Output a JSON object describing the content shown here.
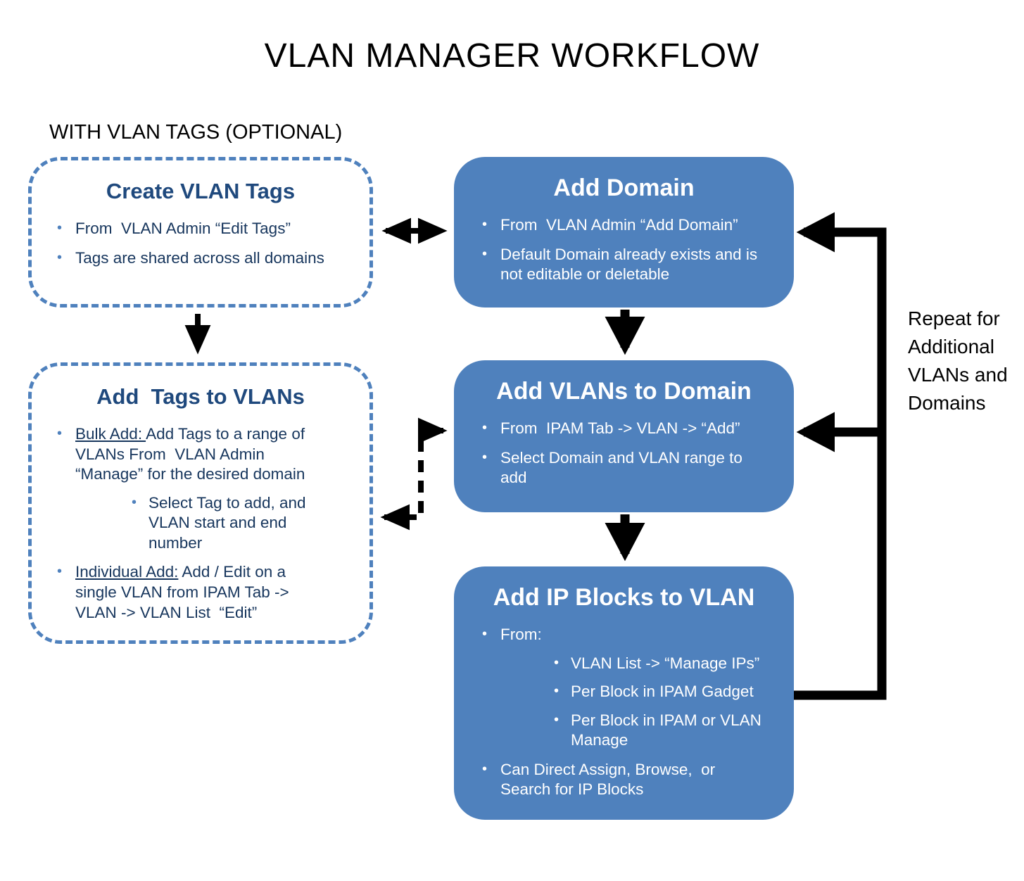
{
  "title": "VLAN MANAGER WORKFLOW",
  "optional_label": "WITH VLAN TAGS (OPTIONAL)",
  "repeat_note": "Repeat for Additional VLANs and Domains",
  "colors": {
    "box_fill": "#4f81bd",
    "dashed_border": "#4f81bd",
    "heading_text": "#1f497d",
    "body_text": "#17365d",
    "arrow": "#000000"
  },
  "boxes": {
    "create_vlan_tags": {
      "title": "Create VLAN Tags",
      "bullets": [
        "From  VLAN Admin “Edit Tags”",
        "Tags are shared across all domains"
      ]
    },
    "add_tags_to_vlans": {
      "title": "Add  Tags to VLANs",
      "bulk_label": "Bulk Add: ",
      "bulk_text": "Add Tags to a range of VLANs From  VLAN Admin “Manage” for the desired domain",
      "bulk_sub": "Select Tag to add, and VLAN start and end number",
      "individual_label": "Individual Add:",
      "individual_text": " Add / Edit on a single VLAN from IPAM Tab -> VLAN -> VLAN List  “Edit”"
    },
    "add_domain": {
      "title": "Add Domain",
      "bullets": [
        "From  VLAN Admin “Add Domain”",
        "Default Domain already exists and is not editable or deletable"
      ]
    },
    "add_vlans_to_domain": {
      "title": "Add VLANs to Domain",
      "bullets": [
        "From  IPAM Tab -> VLAN -> “Add”",
        "Select Domain and VLAN range to add"
      ]
    },
    "add_ip_blocks_to_vlan": {
      "title": "Add IP Blocks to VLAN",
      "from_label": "From:",
      "sub_bullets": [
        "VLAN List -> “Manage IPs”",
        "Per Block in IPAM Gadget",
        "Per Block in IPAM or VLAN Manage"
      ],
      "last_bullet": "Can Direct Assign, Browse,  or Search for IP Blocks"
    }
  }
}
